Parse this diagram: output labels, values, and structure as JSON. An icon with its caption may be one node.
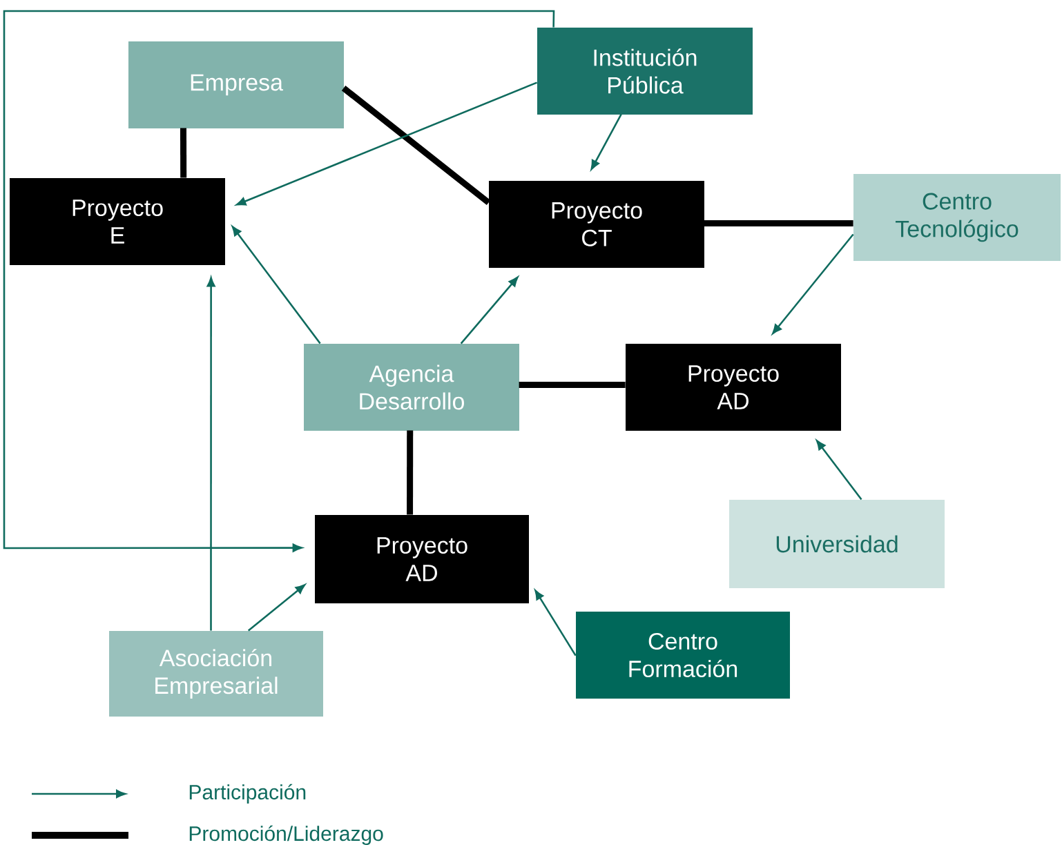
{
  "diagram": {
    "nodes": [
      {
        "text": [
          "Empresa"
        ]
      },
      {
        "text": [
          "Institución Pública"
        ]
      },
      {
        "text": [
          "Proyecto E"
        ]
      },
      {
        "text": [
          "Proyecto CT"
        ]
      },
      {
        "text": [
          "Centro Tecnológico"
        ]
      },
      {
        "text": [
          "Agencia Desarrollo"
        ]
      },
      {
        "text": [
          "Proyecto AD"
        ]
      },
      {
        "text": [
          "Proyecto AD"
        ]
      },
      {
        "text": [
          "Universidad"
        ]
      },
      {
        "text": [
          "Asociación Empresarial"
        ]
      },
      {
        "text": [
          "Centro Formación"
        ]
      }
    ],
    "edges": [
      {
        "from": 0,
        "to": 2,
        "arrow": "none",
        "style": "thick",
        "color": "#000000"
      },
      {
        "from": 0,
        "to": 3,
        "arrow": "none",
        "style": "thick",
        "color": "#000000"
      },
      {
        "from": 3,
        "to": 4,
        "arrow": "none",
        "style": "thick",
        "color": "#000000"
      },
      {
        "from": 5,
        "to": 6,
        "arrow": "none",
        "style": "thick",
        "color": "#000000"
      },
      {
        "from": 5,
        "to": 7,
        "arrow": "none",
        "style": "thick",
        "color": "#000000"
      },
      {
        "from": 1,
        "to": 2,
        "arrow": "to"
      },
      {
        "from": 1,
        "to": 3,
        "arrow": "to"
      },
      {
        "from": 4,
        "to": 6,
        "arrow": "to"
      },
      {
        "from": 5,
        "to": 2,
        "arrow": "to"
      },
      {
        "from": 5,
        "to": 3,
        "arrow": "to"
      },
      {
        "from": 8,
        "to": 6,
        "arrow": "to"
      },
      {
        "from": 9,
        "to": 2,
        "arrow": "to"
      },
      {
        "from": 9,
        "to": 7,
        "arrow": "to"
      },
      {
        "from": 10,
        "to": 7,
        "arrow": "to"
      },
      {
        "from": 1,
        "to": 7,
        "arrow": "to"
      }
    ],
    "legend": [
      {
        "text": "Participación"
      },
      {
        "text": "Promoción/Liderazgo"
      }
    ]
  }
}
